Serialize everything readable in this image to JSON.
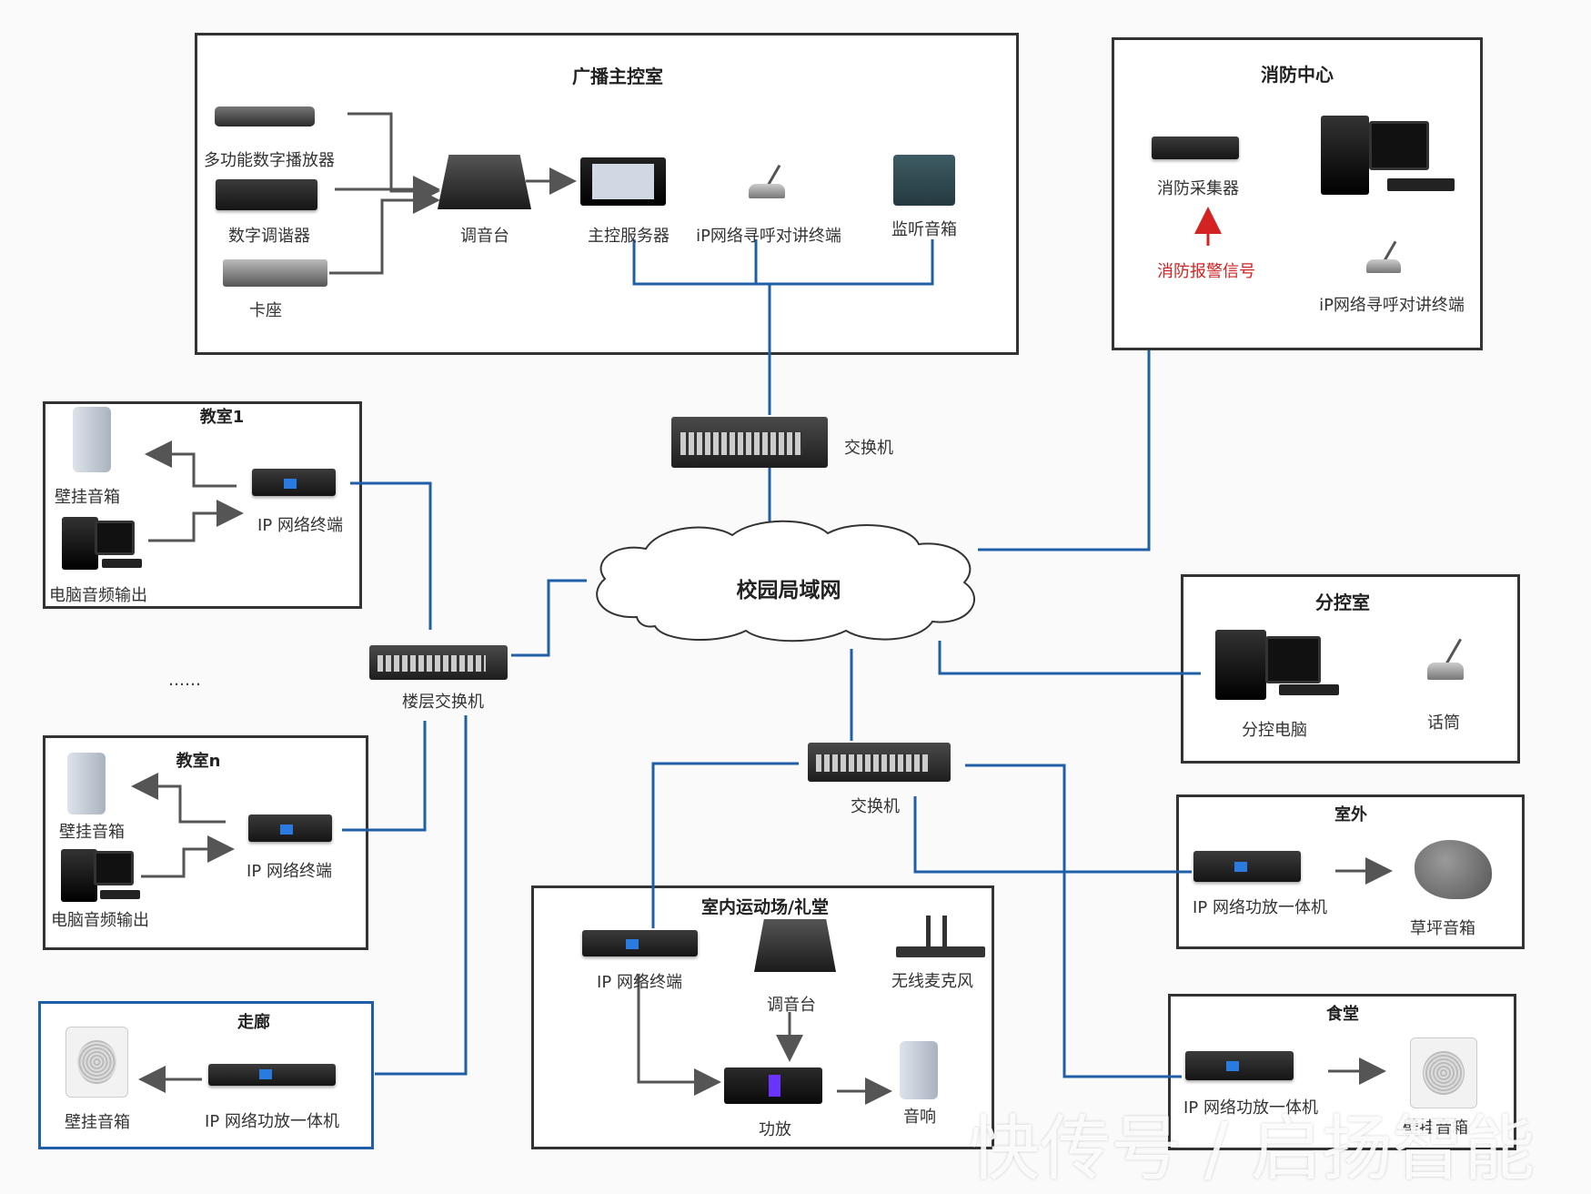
{
  "main_control": {
    "title": "广播主控室",
    "player": "多功能数字播放器",
    "tuner": "数字调谐器",
    "cassette": "卡座",
    "mixer": "调音台",
    "server": "主控服务器",
    "paging": "iP网络寻呼对讲终端",
    "monitor": "监听音箱"
  },
  "fire": {
    "title": "消防中心",
    "collector": "消防采集器",
    "alarm": "消防报警信号",
    "paging": "iP网络寻呼对讲终端"
  },
  "switch_top": "交换机",
  "lan": "校园局域网",
  "floor_switch": "楼层交换机",
  "switch_mid": "交换机",
  "ellipsis": "……",
  "class1": {
    "title": "教室1",
    "speaker": "壁挂音箱",
    "terminal": "IP 网络终端",
    "pc": "电脑音频输出"
  },
  "classn": {
    "title": "教室n",
    "speaker": "壁挂音箱",
    "terminal": "IP 网络终端",
    "pc": "电脑音频输出"
  },
  "corridor": {
    "title": "走廊",
    "speaker": "壁挂音箱",
    "amp": "IP 网络功放一体机"
  },
  "sub_control": {
    "title": "分控室",
    "pc": "分控电脑",
    "mic": "话筒"
  },
  "outdoor": {
    "title": "室外",
    "amp": "IP 网络功放一体机",
    "speaker": "草坪音箱"
  },
  "gym": {
    "title": "室内运动场/礼堂",
    "terminal": "IP 网络终端",
    "mixer": "调音台",
    "wireless": "无线麦克风",
    "amp": "功放",
    "sound": "音响"
  },
  "canteen": {
    "title": "食堂",
    "amp": "IP 网络功放一体机",
    "speaker": "壁挂音箱"
  },
  "watermark": "快传号 / 启扬智能",
  "colors": {
    "network": "#1f5fa8",
    "signal": "#555555",
    "alarm": "#d22222"
  }
}
